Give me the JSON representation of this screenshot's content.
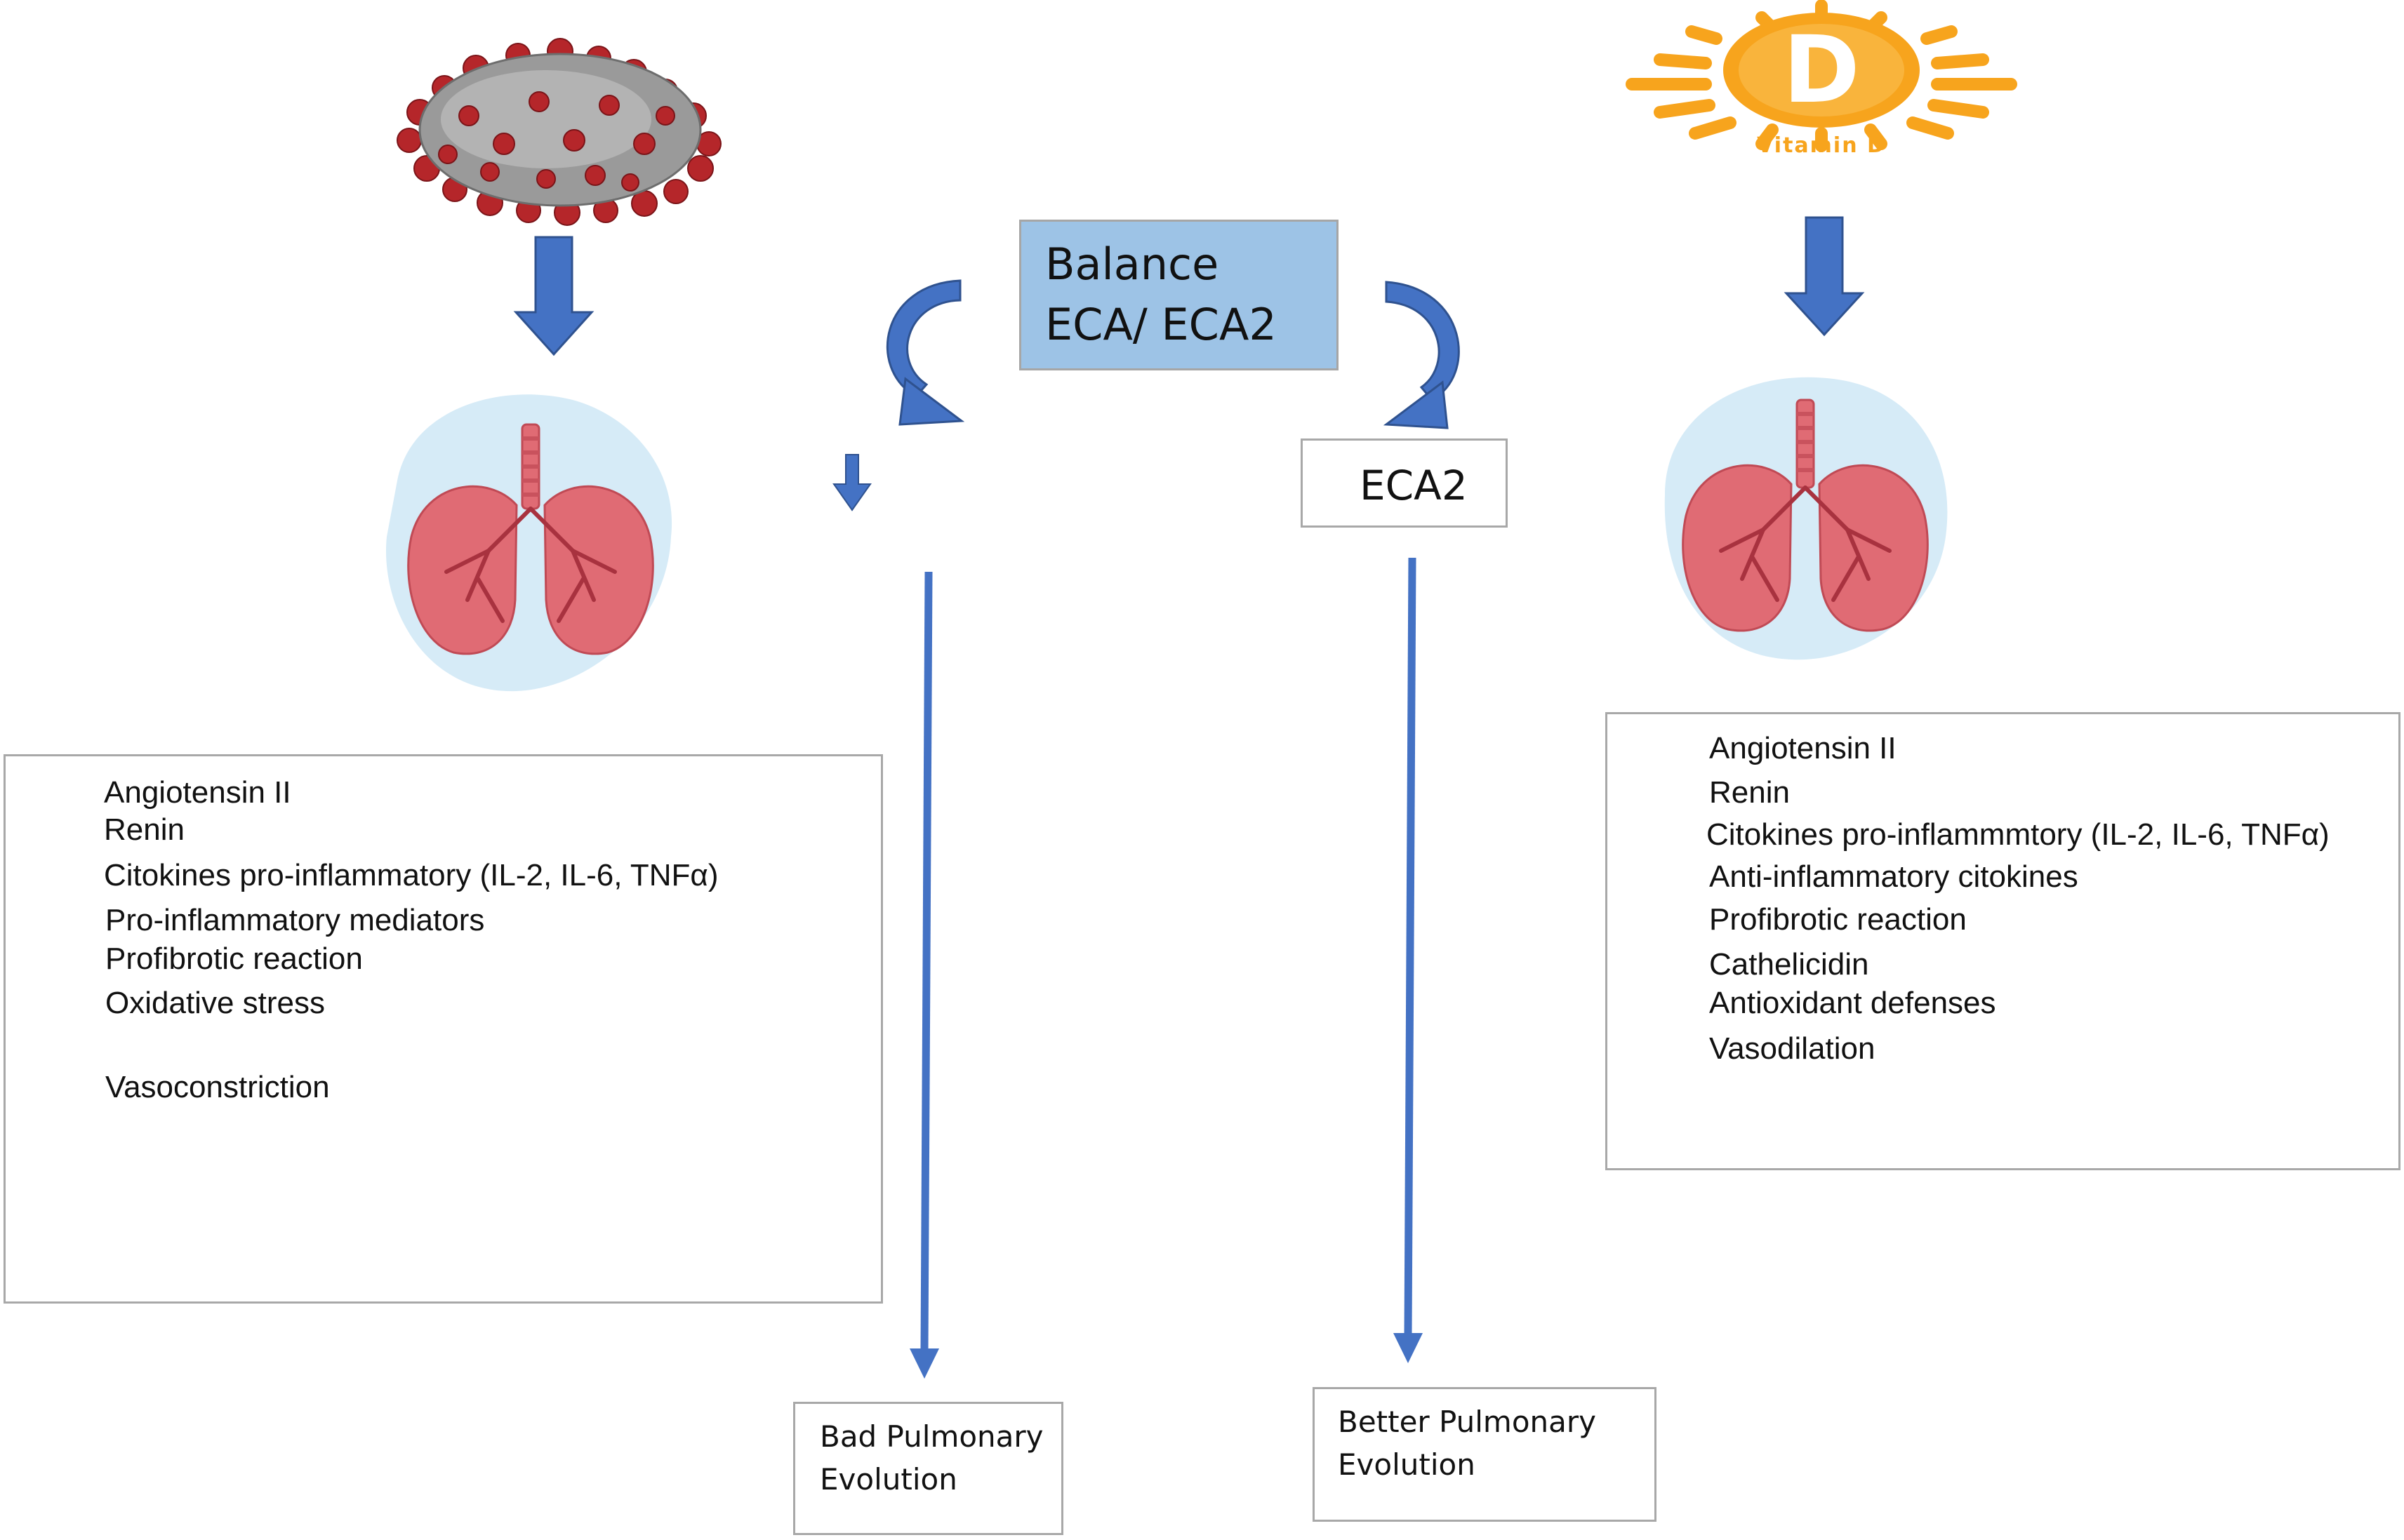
{
  "colors": {
    "arrow_blue": "#4472c4",
    "balance_fill": "#9dc3e6",
    "lung_bg": "#d6ebf7",
    "lung_red": "#e06b74",
    "sun_orange": "#f7a41d",
    "virus_red": "#b5262a"
  },
  "icons": {
    "left_top": "coronavirus-icon",
    "right_top": "vitamin-d-sun-icon",
    "lungs": "lungs-icon"
  },
  "vitamin_d_label": "Vitamin D",
  "vitamin_d_letter": "D",
  "balance": {
    "line1": "Balance",
    "line2": "ECA/ ECA2"
  },
  "eca2_label": "ECA2",
  "left_effects": [
    "Angiotensin II",
    "Renin",
    "Citokines pro-inflammatory (IL-2, IL-6, TNFα)",
    "Pro-inflammatory mediators",
    "Profibrotic reaction",
    "Oxidative stress",
    "Vasoconstriction"
  ],
  "right_effects": [
    "Angiotensin II",
    "Renin",
    "Citokines pro-inflammmtory (IL-2, IL-6, TNFα)",
    "Anti-inflammatory citokines",
    "Profibrotic reaction",
    "Cathelicidin",
    "Antioxidant defenses",
    "Vasodilation"
  ],
  "outcomes": {
    "bad_line1": "Bad Pulmonary",
    "bad_line2": "Evolution",
    "better_line1": "Better Pulmonary",
    "better_line2": "Evolution"
  }
}
